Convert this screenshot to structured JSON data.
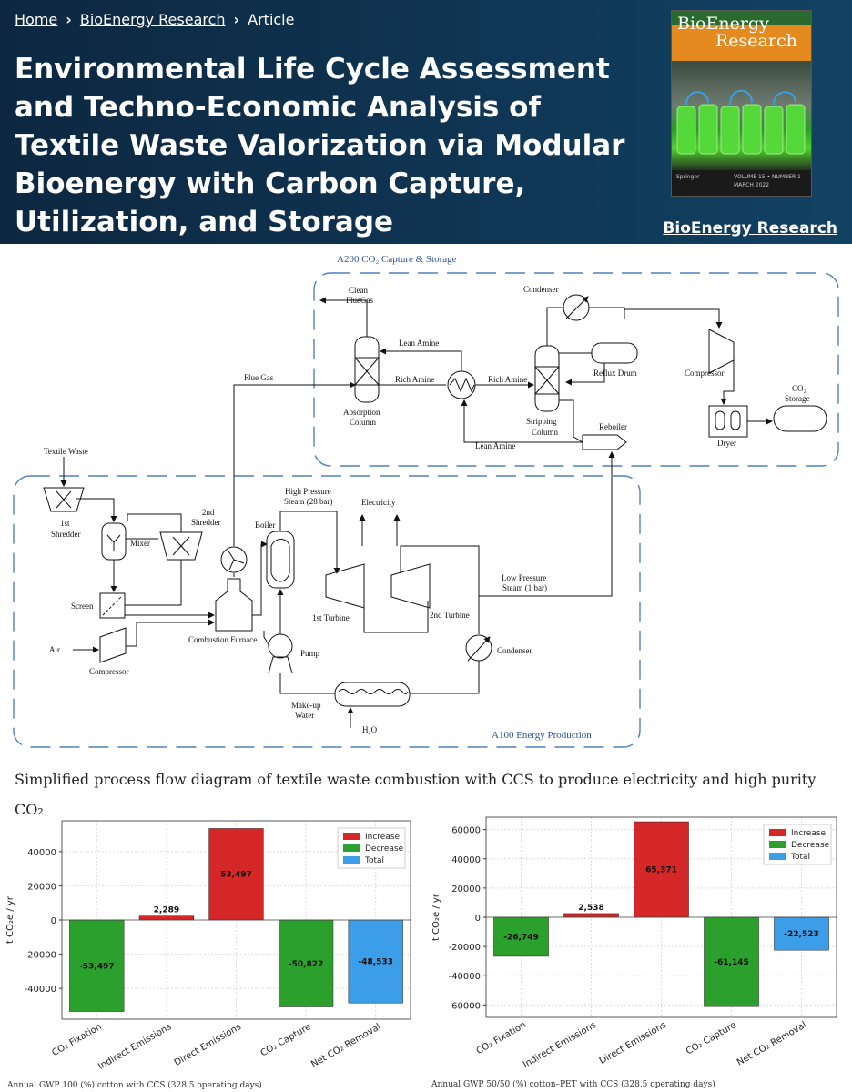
{
  "breadcrumb": {
    "home": "Home",
    "journal": "BioEnergy Research",
    "current": "Article"
  },
  "article_title": "Environmental Life Cycle Assessment and Techno-Economic Analysis of Textile Waste Valorization via Modular Bioenergy with Carbon Capture, Utilization, and Storage",
  "cover": {
    "line1": "BioEnergy",
    "line2": "Research",
    "publisher": "Springer",
    "volume": "VOLUME 15 • NUMBER 1",
    "date": "MARCH 2022"
  },
  "journal_link": "BioEnergy Research",
  "diagram": {
    "a200_label": "A200 CO₂ Capture & Storage",
    "a100_label": "A100 Energy Production",
    "labels": {
      "clean_flue_gas_1": "Clean",
      "clean_flue_gas_2": "FlueGas",
      "condenser_top": "Condenser",
      "lean_amine_1": "Lean Amine",
      "rich_amine_1": "Rich Amine",
      "rich_amine_2": "Rich Amine",
      "flue_gas": "Flue Gas",
      "reflux_drum": "Reflux Drum",
      "compressor_top": "Compressor",
      "co2_storage_1": "CO₂",
      "co2_storage_2": "Storage",
      "absorption_1": "Absorption",
      "absorption_2": "Column",
      "stripping_1": "Stripping",
      "stripping_2": "Column",
      "reboiler": "Reboiler",
      "dryer": "Dryer",
      "lean_amine_2": "Lean Amine",
      "textile_waste": "Textile Waste",
      "shredder1_a": "1st",
      "shredder1_b": "Shredder",
      "mixer": "Mixer",
      "shredder2_a": "2nd",
      "shredder2_b": "Shredder",
      "hp_steam_1": "High Pressure",
      "hp_steam_2": "Steam (28 bar)",
      "electricity": "Electricity",
      "boiler": "Boiler",
      "screen": "Screen",
      "air": "Air",
      "compressor_bottom": "Compressor",
      "combustion_furnace": "Combustion Furnace",
      "pump": "Pump",
      "turbine1": "1st Turbine",
      "turbine2": "2nd Turbine",
      "lp_steam_1": "Low Pressure",
      "lp_steam_2": "Steam (1 bar)",
      "condenser_bottom": "Condenser",
      "makeup_1": "Make-up",
      "makeup_2": "Water",
      "h2o": "H₂O"
    }
  },
  "caption": "Simplified process flow diagram of textile waste combustion with CCS to produce electricity and high purity CO₂",
  "colors": {
    "increase": "#d62728",
    "decrease": "#2ca02c",
    "total": "#3c9ee8",
    "hero": "#0f3553"
  },
  "chart_data": [
    {
      "type": "bar",
      "categories": [
        "CO₂ Fixation",
        "Indirect Emissions",
        "Direct Emissions",
        "CO₂ Capture",
        "Net CO₂ Removal"
      ],
      "values": [
        -53497,
        2289,
        53497,
        -50822,
        -48533
      ],
      "labels": [
        "-53,497",
        "2,289",
        "53,497",
        "-50,822",
        "-48,533"
      ],
      "kinds": [
        "decrease",
        "increase",
        "increase",
        "decrease",
        "total"
      ],
      "ylabel": "t CO₂e / yr",
      "yticks": [
        -40000,
        -20000,
        0,
        20000,
        40000
      ],
      "ylim": [
        -58000,
        58000
      ],
      "legend": [
        "Increase",
        "Decrease",
        "Total"
      ],
      "legend_position": "top-right",
      "grid": true,
      "footnote": "Annual GWP 100 (%) cotton with CCS (328.5 operating days)"
    },
    {
      "type": "bar",
      "categories": [
        "CO₂ Fixation",
        "Indirect Emissions",
        "Direct Emissions",
        "CO₂ Capture",
        "Net CO₂ Removal"
      ],
      "values": [
        -26749,
        2538,
        65371,
        -61145,
        -22523
      ],
      "labels": [
        "-26,749",
        "2,538",
        "65,371",
        "-61,145",
        "-22,523"
      ],
      "kinds": [
        "decrease",
        "increase",
        "increase",
        "decrease",
        "total"
      ],
      "ylabel": "t CO₂e / yr",
      "yticks": [
        -60000,
        -40000,
        -20000,
        0,
        20000,
        40000,
        60000
      ],
      "ylim": [
        -68500,
        68500
      ],
      "legend": [
        "Increase",
        "Decrease",
        "Total"
      ],
      "legend_position": "top-right",
      "grid": true,
      "footnote": "Annual GWP 50/50 (%) cotton–PET with CCS (328.5 operating days)"
    }
  ]
}
